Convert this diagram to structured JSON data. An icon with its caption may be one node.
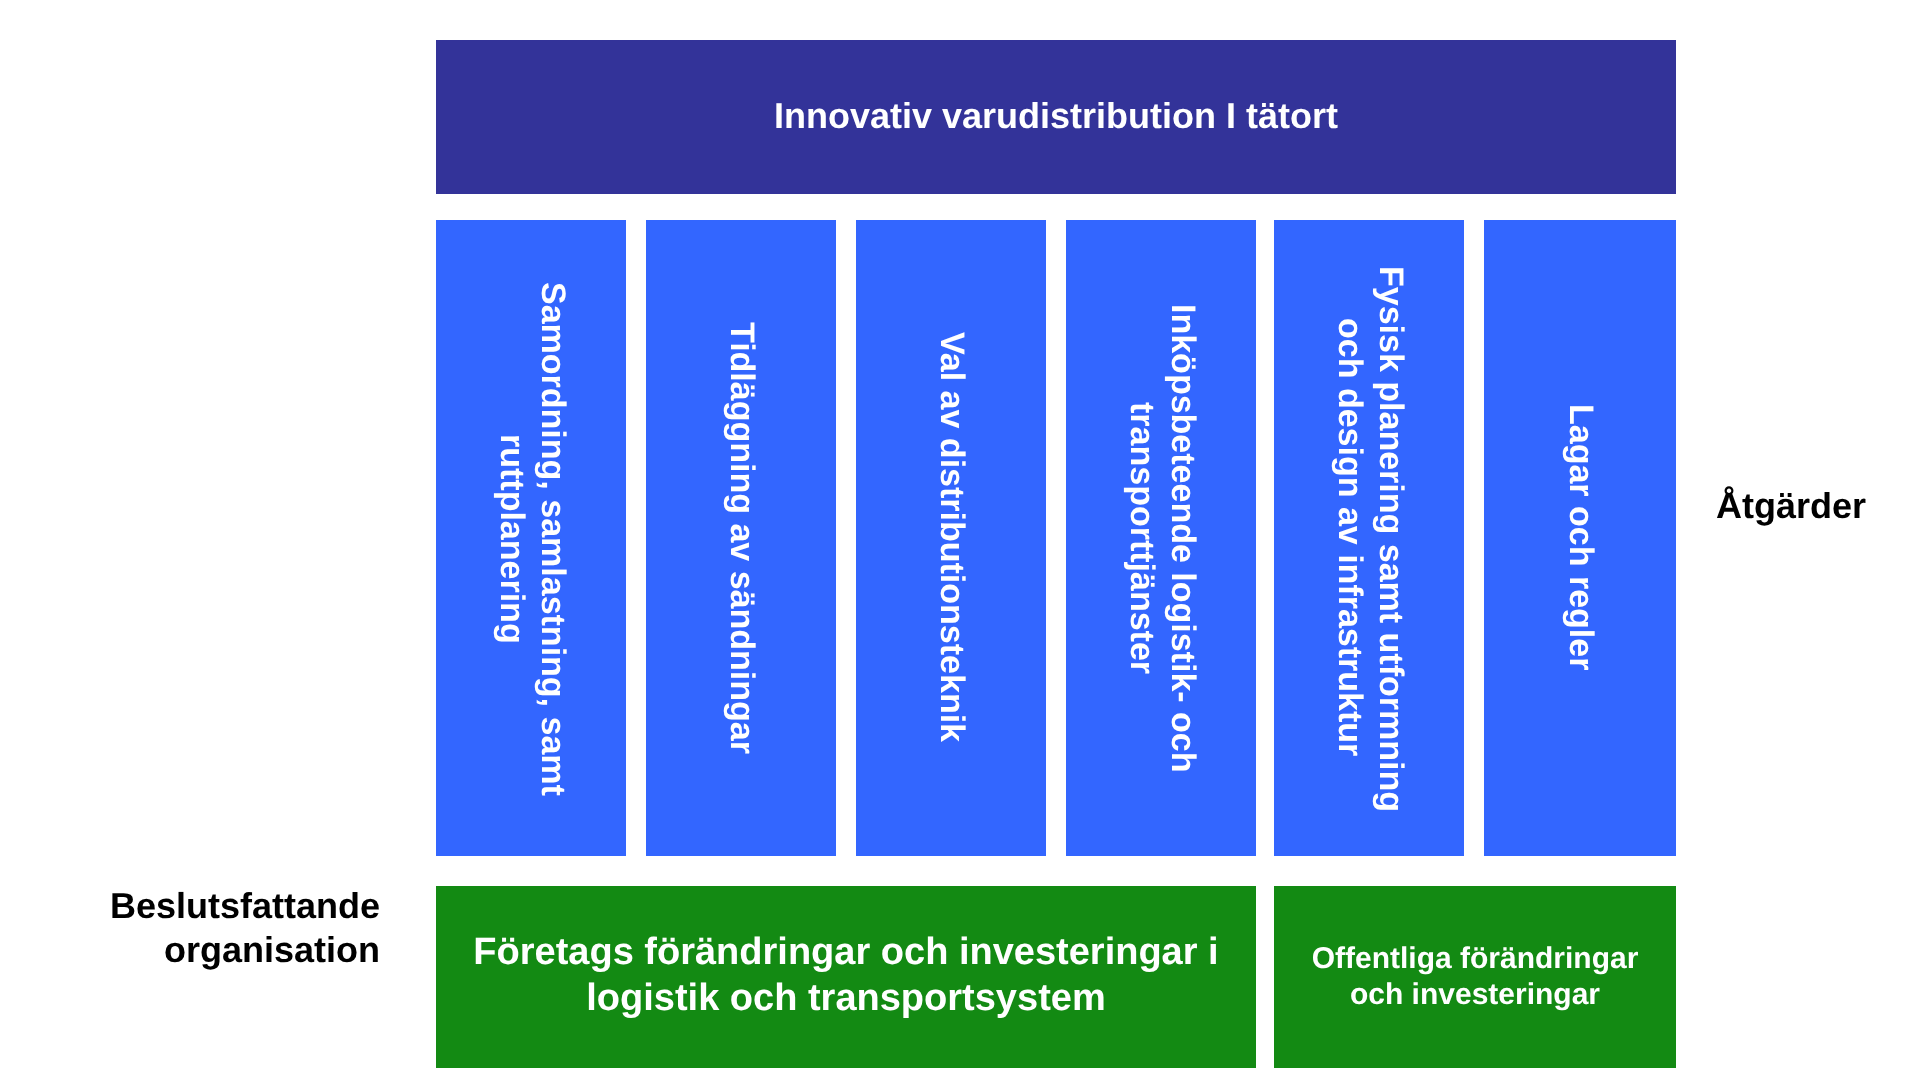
{
  "diagram": {
    "nodes": [
      {
        "text": [
          "Innovativ varudistribution I tätort"
        ]
      },
      {
        "text": [
          "Samordning, samlastning, samt ruttplanering"
        ]
      },
      {
        "text": [
          "Tidläggning av sändningar"
        ]
      },
      {
        "text": [
          "Val av distributionsteknik"
        ]
      },
      {
        "text": [
          "Inköpsbeteende logistik- och transporttjänster"
        ]
      },
      {
        "text": [
          "Fysisk planering samt utformning och design av infrastruktur"
        ]
      },
      {
        "text": [
          "Lagar och regler"
        ]
      },
      {
        "text": [
          "Företags förändringar och investeringar i logistik och transportsystem"
        ]
      },
      {
        "text": [
          "Offentliga förändringar och investeringar"
        ]
      }
    ],
    "edges": [],
    "labels": [
      "Åtgärder",
      "Beslutsfattande organisation"
    ]
  }
}
